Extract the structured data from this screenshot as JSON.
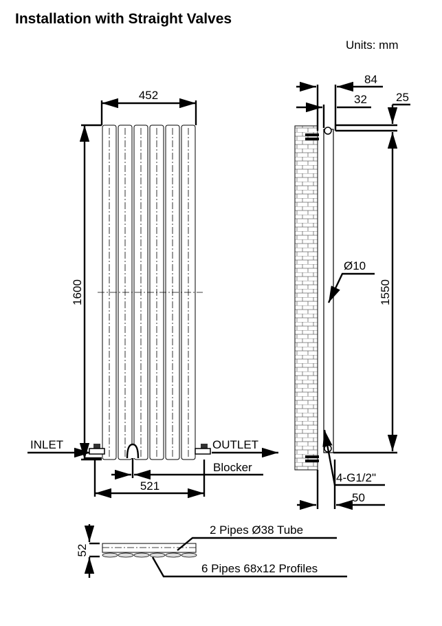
{
  "title": "Installation with Straight Valves",
  "units": "Units: mm",
  "front_view": {
    "width_label": "452",
    "height_label": "1600",
    "inlet_label": "INLET",
    "outlet_label": "OUTLET",
    "blocker_label": "Blocker",
    "valve_spacing_label": "521"
  },
  "side_view": {
    "depth_total_label": "84",
    "depth_pipe_label": "32",
    "top_offset_label": "25",
    "centers_label": "1550",
    "bracket_label": "Ø10",
    "connection_label": "4-G1/2\"",
    "bottom_depth_label": "50"
  },
  "top_view": {
    "depth_label": "52",
    "tube_label": "2 Pipes Ø38 Tube",
    "profile_label": "6 Pipes 68x12 Profiles"
  }
}
